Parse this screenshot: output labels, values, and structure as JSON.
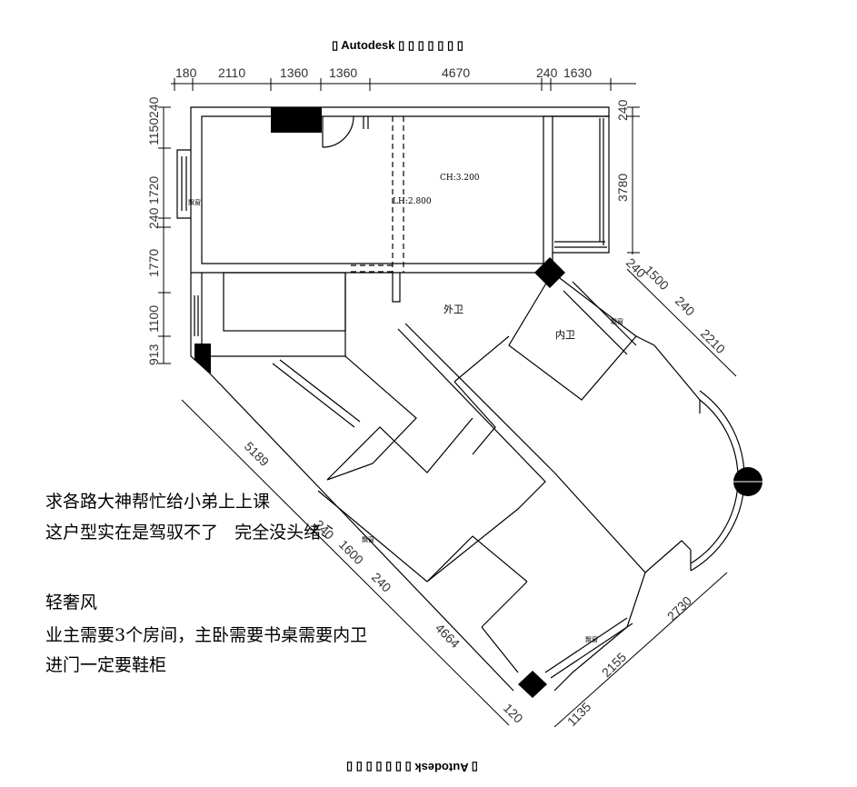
{
  "header_stamp": "▯ Autodesk ▯ ▯ ▯ ▯ ▯ ▯ ▯",
  "footer_stamp": "▯ Autodesk ▯ ▯ ▯ ▯ ▯ ▯ ▯",
  "top_dimensions": [
    "180",
    "2110",
    "1360",
    "1360",
    "4670",
    "240",
    "1630"
  ],
  "left_dimensions": [
    "240",
    "1150",
    "1720",
    "240",
    "1770",
    "1100",
    "913"
  ],
  "right_dimensions": [
    "240",
    "3780"
  ],
  "diagonal_dimensions": {
    "left_long": "5189",
    "left_window": [
      "240",
      "1600",
      "240"
    ],
    "left_lower": "4664",
    "bottom_left": "120",
    "right_upper": [
      "240",
      "1500",
      "240"
    ],
    "right_upper_2": "2210",
    "right_lower": [
      "1135",
      "2155",
      "2730"
    ]
  },
  "rooms": {
    "ceiling_height": "CH:3.200",
    "lower_height": "LH:2.800",
    "outer_bath": "外卫",
    "inner_bath": "内卫",
    "bay_window": "飘窗"
  },
  "notes": {
    "line1": "求各路大神帮忙给小弟上上课",
    "line2": "这户型实在是驾驭不了   完全没头绪",
    "line3": "轻奢风",
    "line4": "业主需要3个房间，主卧需要书桌需要内卫",
    "line5": "进门一定要鞋柜"
  }
}
